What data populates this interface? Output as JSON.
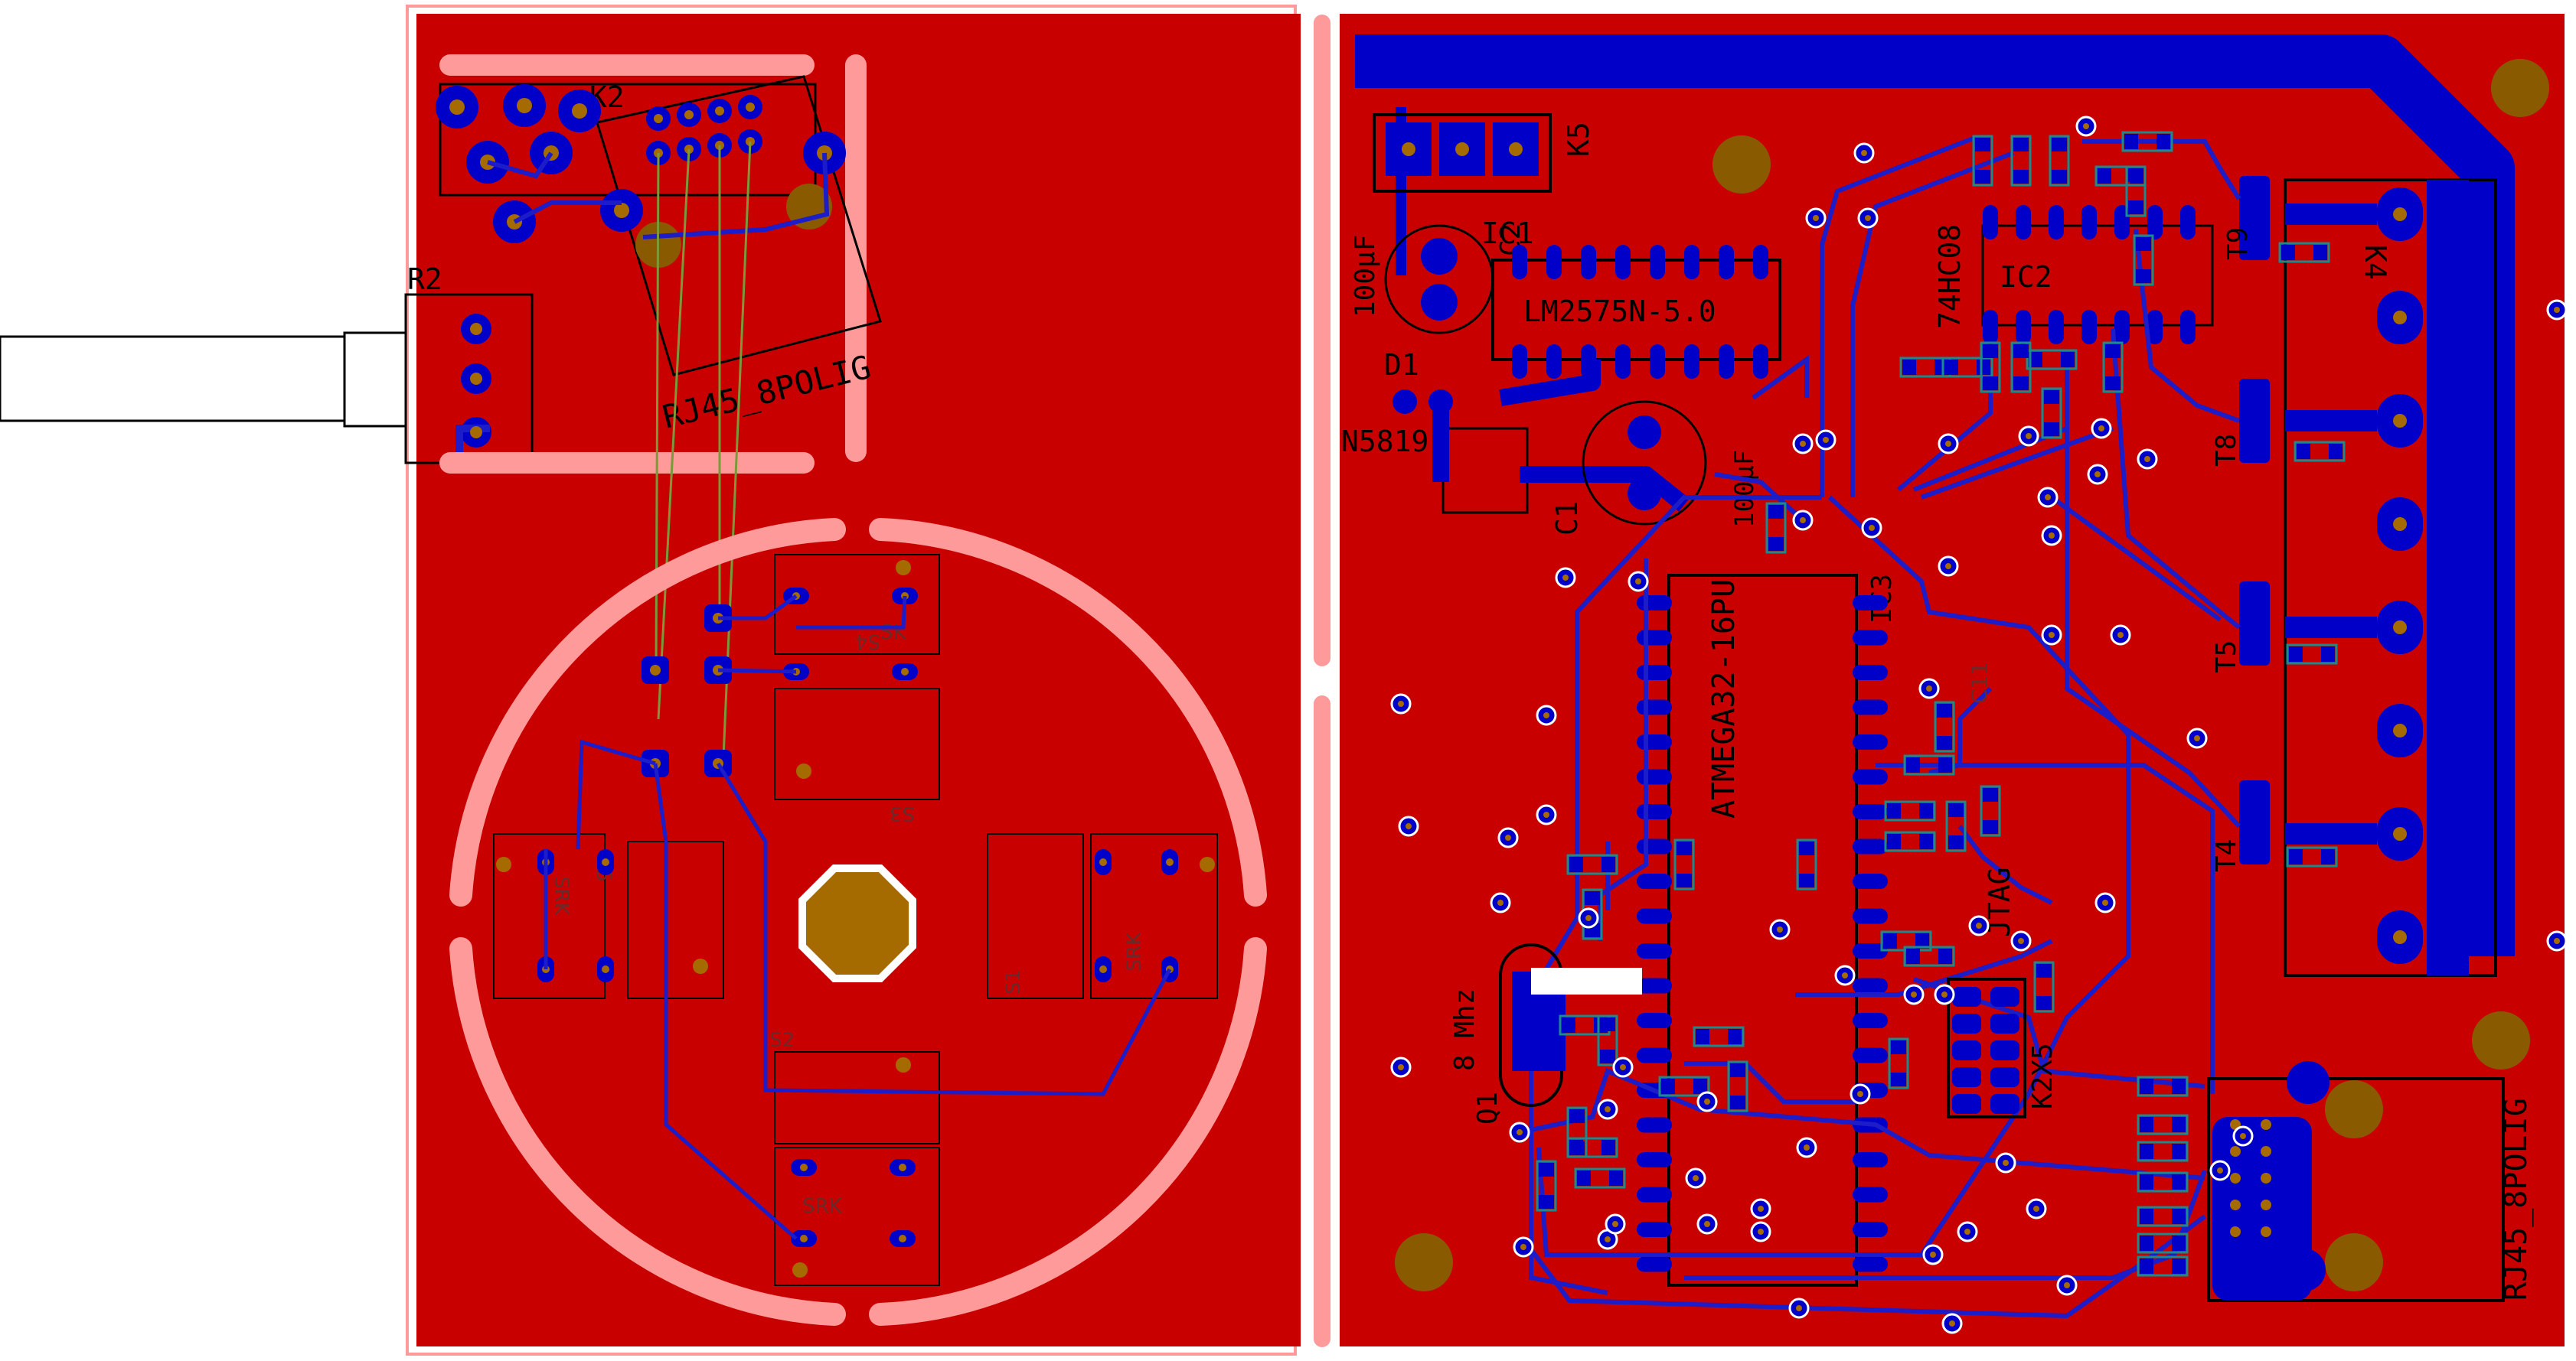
{
  "colors": {
    "copper": "#c80000",
    "board_gap": "#ffffff",
    "outline": "#ff8a8a",
    "trace": "#1c1cc8",
    "pad": "#0000c8",
    "drill": "#a56a00",
    "mount": "#8a5a00",
    "keepout": "#ff9a9a",
    "silk": "#000000",
    "smd": "#1a8a8a"
  },
  "labels": {
    "k2": "K2",
    "rj45_left": "RJ45_8POLIG",
    "r2": "R2",
    "sk": "SK",
    "s3": "S3",
    "s4": "S4",
    "s1": "S1",
    "s2": "S2",
    "s5": "S5",
    "srk1": "SRK",
    "srk2": "SRK",
    "srk3": "SRK",
    "k5": "K5",
    "ic1": "IC1",
    "c2_value": "100µF",
    "c2": "C2",
    "lm2575": "LM2575N-5.0",
    "ic2_type": "74HC08",
    "ic2": "IC2",
    "k4": "K4",
    "t9": "T9",
    "t8": "T8",
    "t5": "T5",
    "t4": "T4",
    "d1": "D1",
    "n5819": "N5819",
    "c1": "C1",
    "c1_value": "100µF",
    "ic3": "IC3",
    "atmega": "ATMEGA32-16PU",
    "jtag": "JTAG",
    "k2x5": "K2X5",
    "q1": "Q1",
    "q1_freq": "8 Mhz",
    "rj45_right": "RJ45_8POLIG",
    "c11": "C11"
  }
}
